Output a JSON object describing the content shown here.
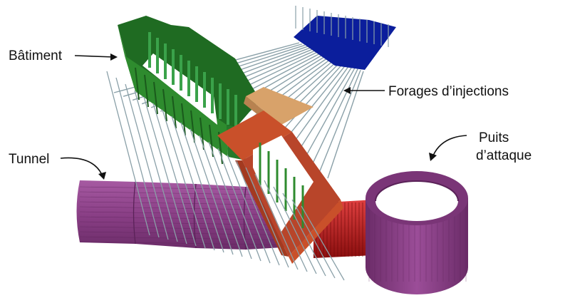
{
  "labels": {
    "batiment": "Bâtiment",
    "forages": "Forages d’injections",
    "tunnel": "Tunnel",
    "puits_line1": "Puits",
    "puits_line2": "d’attaque"
  },
  "colors": {
    "building_green": "#2e8b2e",
    "building_green_dark": "#1f6b22",
    "tunnel_purple": "#8a3f86",
    "shaft_purple": "#8b3f88",
    "red_tunnel": "#c01818",
    "orange_box": "#c9502a",
    "slab_tan": "#d8a26a",
    "blue_plate": "#0b1e9c",
    "drill_pipe": "#8aa0a8"
  }
}
